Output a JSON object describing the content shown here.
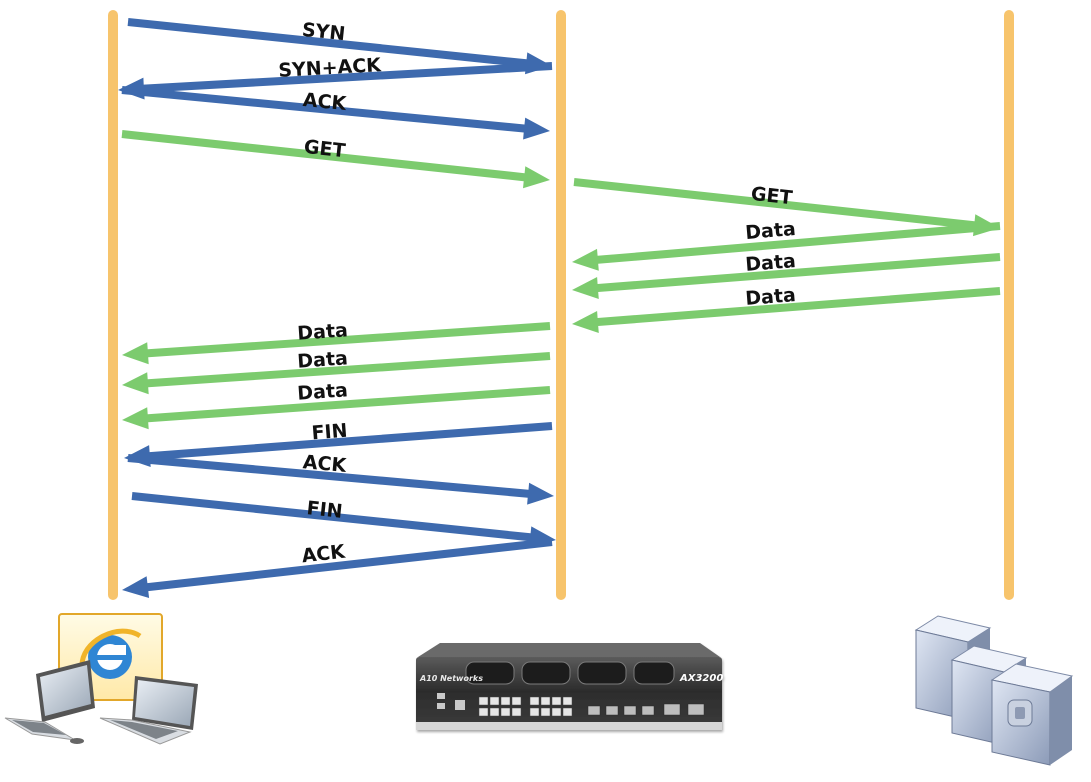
{
  "colors": {
    "lifeline": "#F7C46C",
    "tcp_arrow": "#3E6AAE",
    "http_arrow": "#7CCB6E"
  },
  "nodes": [
    {
      "name": "client",
      "icon": "laptops-with-browser-icon"
    },
    {
      "name": "load-balancer",
      "icon": "ax3200-appliance-icon",
      "brand": "A10 Networks",
      "model": "AX3200"
    },
    {
      "name": "servers",
      "icon": "server-stack-icon"
    }
  ],
  "messages": [
    {
      "label": "SYN",
      "kind": "tcp",
      "from": "client",
      "to": "load-balancer"
    },
    {
      "label": "SYN+ACK",
      "kind": "tcp",
      "from": "load-balancer",
      "to": "client"
    },
    {
      "label": "ACK",
      "kind": "tcp",
      "from": "client",
      "to": "load-balancer"
    },
    {
      "label": "GET",
      "kind": "http",
      "from": "client",
      "to": "load-balancer"
    },
    {
      "label": "GET",
      "kind": "http",
      "from": "load-balancer",
      "to": "servers"
    },
    {
      "label": "Data",
      "kind": "http",
      "from": "servers",
      "to": "load-balancer"
    },
    {
      "label": "Data",
      "kind": "http",
      "from": "servers",
      "to": "load-balancer"
    },
    {
      "label": "Data",
      "kind": "http",
      "from": "servers",
      "to": "load-balancer"
    },
    {
      "label": "Data",
      "kind": "http",
      "from": "load-balancer",
      "to": "client"
    },
    {
      "label": "Data",
      "kind": "http",
      "from": "load-balancer",
      "to": "client"
    },
    {
      "label": "Data",
      "kind": "http",
      "from": "load-balancer",
      "to": "client"
    },
    {
      "label": "FIN",
      "kind": "tcp",
      "from": "load-balancer",
      "to": "client"
    },
    {
      "label": "ACK",
      "kind": "tcp",
      "from": "client",
      "to": "load-balancer"
    },
    {
      "label": "FIN",
      "kind": "tcp",
      "from": "client",
      "to": "load-balancer"
    },
    {
      "label": "ACK",
      "kind": "tcp",
      "from": "load-balancer",
      "to": "client"
    }
  ]
}
